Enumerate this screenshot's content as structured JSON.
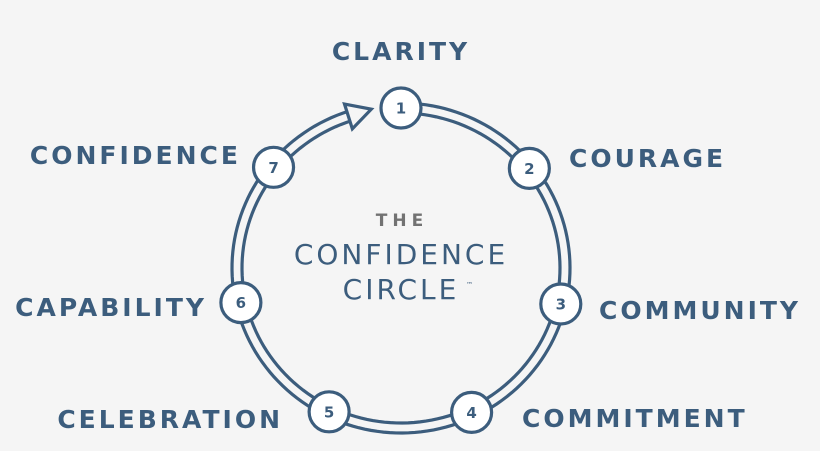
{
  "colors": {
    "background": "#f5f5f5",
    "primary": "#3c5d7d",
    "secondary_text": "#727272",
    "node_fill": "#ffffff"
  },
  "title": {
    "prefix": "THE",
    "line1": "CONFIDENCE",
    "line2": "CIRCLE",
    "trademark": "™"
  },
  "stages": [
    {
      "number": "1",
      "label": "CLARITY"
    },
    {
      "number": "2",
      "label": "COURAGE"
    },
    {
      "number": "3",
      "label": "COMMUNITY"
    },
    {
      "number": "4",
      "label": "COMMITMENT"
    },
    {
      "number": "5",
      "label": "CELEBRATION"
    },
    {
      "number": "6",
      "label": "CAPABILITY"
    },
    {
      "number": "7",
      "label": "CONFIDENCE"
    }
  ]
}
